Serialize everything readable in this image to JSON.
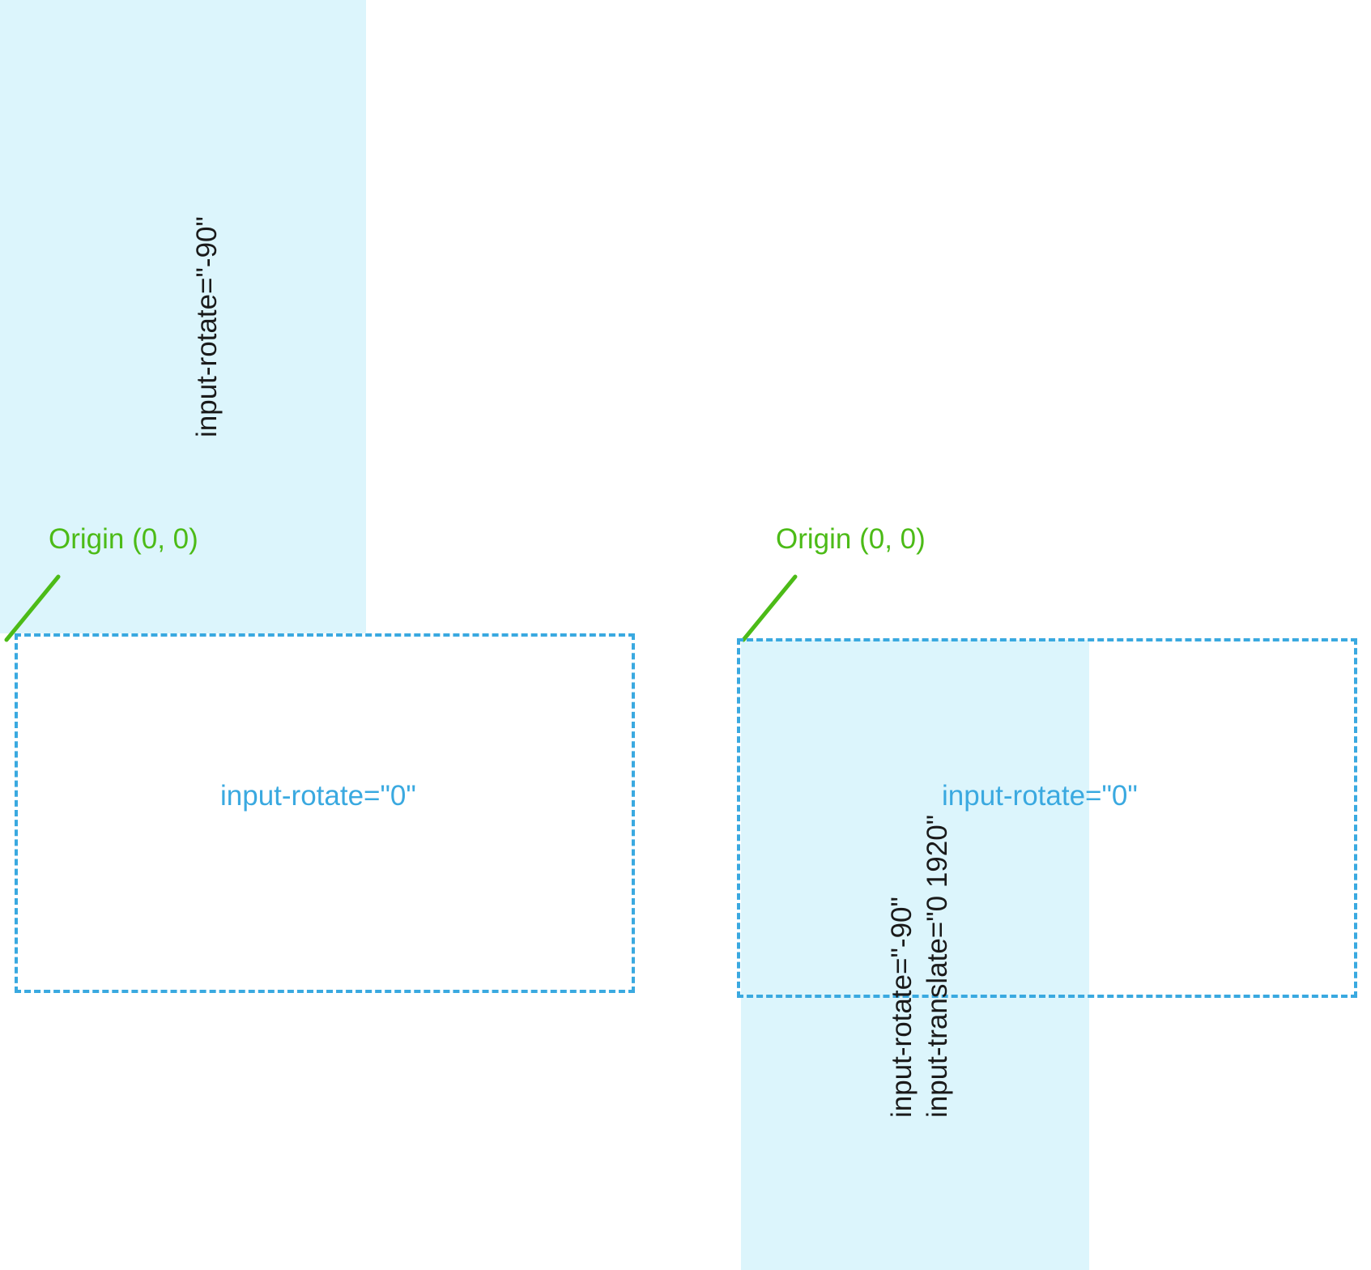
{
  "diagram": {
    "title": "Input rotate and translate coordinate transform illustration",
    "colors": {
      "fill_cyan": "#dcf5fc",
      "outline_blue": "#3aa9e0",
      "origin_green": "#4cbb17",
      "text_dark": "#1a1a1a",
      "background": "#ffffff"
    },
    "left_example": {
      "rotated_region_label": "input-rotate=\"-90\"",
      "origin_label": "Origin (0, 0)",
      "unrotated_region_label": "input-rotate=\"0\""
    },
    "right_example": {
      "origin_label": "Origin (0, 0)",
      "rotated_region_label_line1": "input-rotate=\"-90\"",
      "rotated_region_label_line2": "input-translate=\"0 1920\"",
      "unrotated_region_label": "input-rotate=\"0\""
    }
  }
}
